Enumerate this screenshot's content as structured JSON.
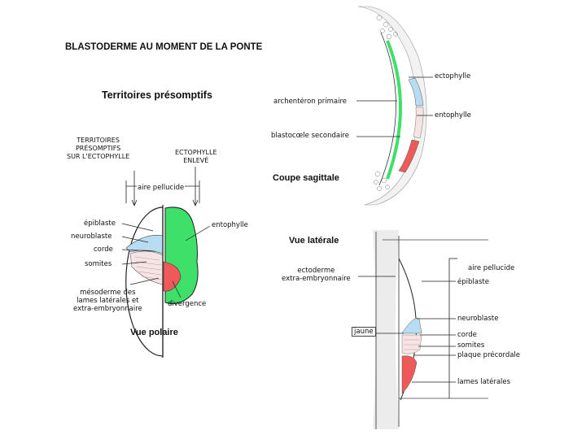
{
  "title": "BLASTODERME AU MOMENT DE LA PONTE",
  "subtitle": "Territoires présomptifs",
  "polar": {
    "caption": "Vue polaire",
    "left_header": "TERRITOIRES\nPRÉSOMPTIFS\nSUR L'ECTOPHYLLE",
    "right_header": "ECTOPHYLLE\nENLEVÉ",
    "aire_pellucide": "aire pellucide",
    "epiblaste": "épiblaste",
    "neuroblaste": "neuroblaste",
    "corde": "corde",
    "somites": "somites",
    "mesoderme": "mésoderme des\nlames latérales et\nextra-embryonnaire",
    "entophylle": "entophylle",
    "divergence": "divergence"
  },
  "sagittal": {
    "caption": "Coupe sagittale",
    "ectophylle": "ectophylle",
    "entophylle": "entophylle",
    "archenteron": "archentéron primaire",
    "blastocoele": "blastocœle secondaire"
  },
  "lateral": {
    "caption": "Vue latérale",
    "ectoderme": "ectoderme\nextra-embryonnaire",
    "jaune": "jaune",
    "aire_pellucide": "aire pellucide",
    "epiblaste": "épiblaste",
    "neuroblaste": "neuroblaste",
    "corde": "corde",
    "somites": "somites",
    "plaque": "plaque précordale",
    "lames": "lames latérales"
  },
  "colors": {
    "green": "#3ee06a",
    "blue": "#b8dcf2",
    "red": "#ee5a5a",
    "pink": "#f2c8c8",
    "yolk": "#ececec"
  }
}
